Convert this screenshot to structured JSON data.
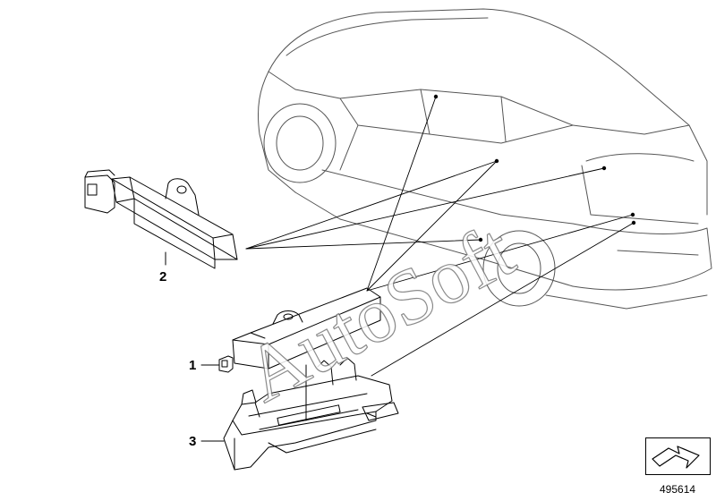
{
  "callouts": {
    "part_1": "1",
    "part_2": "2",
    "part_3": "3"
  },
  "reference_number": "495614",
  "watermark_text": "AutoSoft",
  "icons": {
    "reference": "arrow-reference-icon"
  },
  "colors": {
    "line": "#000000",
    "vehicle_line": "#555555",
    "background": "#ffffff",
    "watermark_fill": "#ffffff",
    "watermark_stroke": "#777777"
  }
}
